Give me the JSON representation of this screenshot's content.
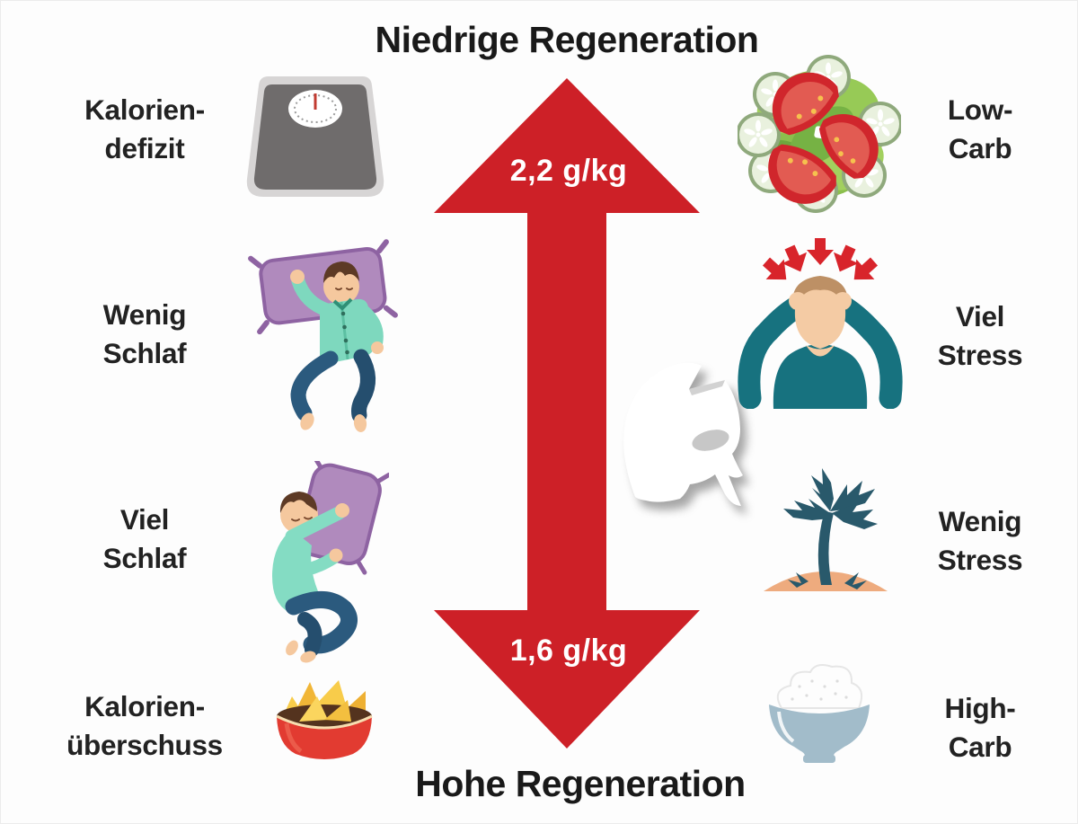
{
  "titles": {
    "top": "Niedrige Regeneration",
    "bottom": "Hohe Regeneration"
  },
  "arrow": {
    "type": "vertical-double-headed",
    "top_value": "2,2 g/kg",
    "bottom_value": "1,6 g/kg",
    "color": "#cd2027"
  },
  "left_column": {
    "items": [
      {
        "label_line1": "Kalorien-",
        "label_line2": "defizit",
        "icon": "bathroom-scale-icon"
      },
      {
        "label_line1": "Wenig",
        "label_line2": "Schlaf",
        "icon": "restless-sleeper-icon"
      },
      {
        "label_line1": "Viel",
        "label_line2": "Schlaf",
        "icon": "pillow-hugging-sleeper-icon"
      },
      {
        "label_line1": "Kalorien-",
        "label_line2": "überschuss",
        "icon": "nacho-bowl-icon"
      }
    ]
  },
  "right_column": {
    "items": [
      {
        "label_line1": "Low-",
        "label_line2": "Carb",
        "icon": "salad-bowl-icon"
      },
      {
        "label_line1": "Viel",
        "label_line2": "Stress",
        "icon": "stressed-person-icon"
      },
      {
        "label_line1": "Wenig",
        "label_line2": "Stress",
        "icon": "palm-island-icon"
      },
      {
        "label_line1": "High-",
        "label_line2": "Carb",
        "icon": "rice-bowl-icon"
      }
    ]
  },
  "center": {
    "icon": "spartan-helmet-icon"
  },
  "colors": {
    "arrow_red": "#cd2027",
    "text": "#1b1b1b",
    "background": "#fdfdfd",
    "pajama_mint": "#7ed8be",
    "pants_blue": "#2b5a7e",
    "pillow_purple": "#b08abd",
    "stress_teal": "#17727f",
    "palm_teal": "#29596b",
    "sand": "#eeab7e",
    "nacho_bowl_red": "#e23b31",
    "chip_yellow": "#f8cc4a",
    "rice_bowl_blue": "#a2bcca",
    "scale_gray": "#6f6c6c"
  }
}
